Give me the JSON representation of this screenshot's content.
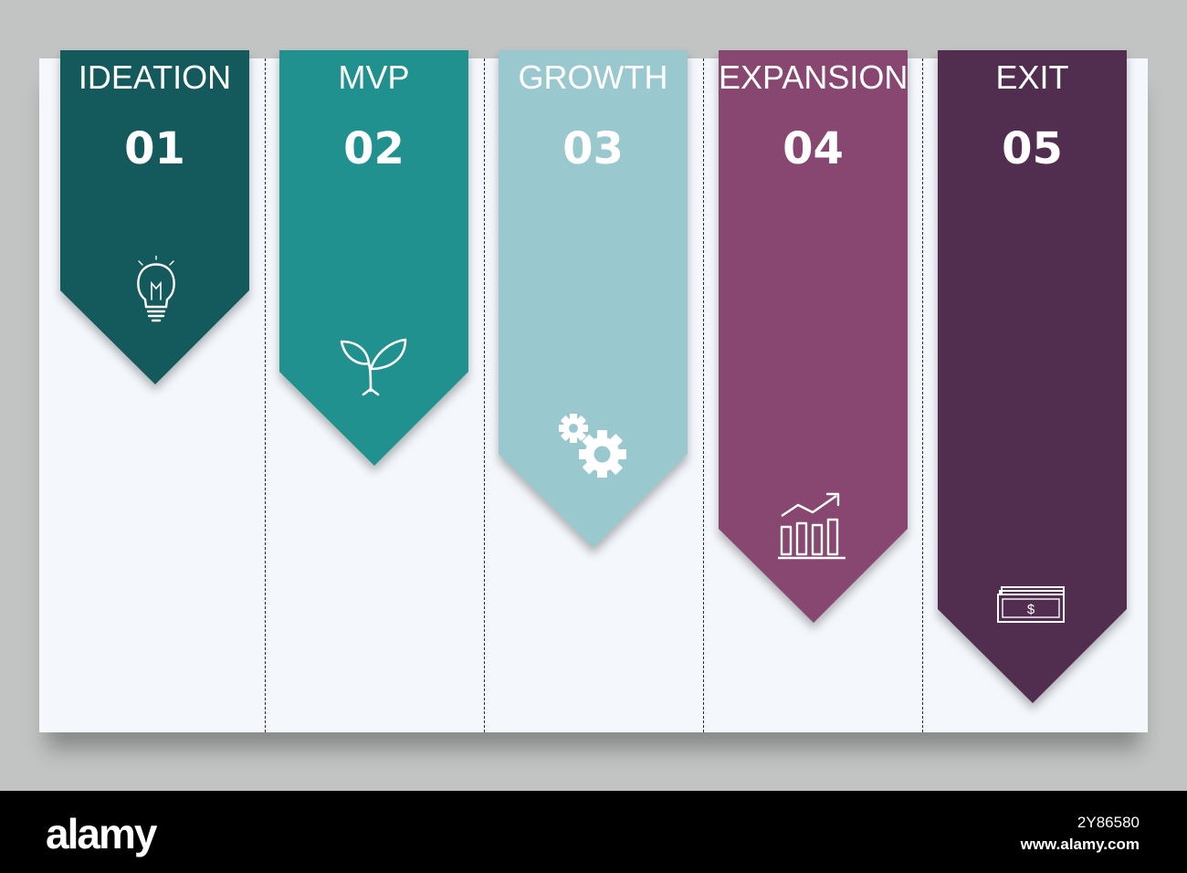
{
  "steps": [
    {
      "title": "IDEATION",
      "number": "01",
      "color": "#14595c",
      "icon": "lightbulb-icon"
    },
    {
      "title": "MVP",
      "number": "02",
      "color": "#21918f",
      "icon": "sprout-icon"
    },
    {
      "title": "GROWTH",
      "number": "03",
      "color": "#9ac8cf",
      "icon": "gears-icon"
    },
    {
      "title": "EXPANSION",
      "number": "04",
      "color": "#884771",
      "icon": "growth-chart-icon"
    },
    {
      "title": "EXIT",
      "number": "05",
      "color": "#512e4f",
      "icon": "money-icon"
    }
  ],
  "board_color": "#f4f8fc",
  "background_color": "#c2c4c3",
  "watermark": {
    "logo": "alamy",
    "image_id": "2Y86580",
    "url": "www.alamy.com"
  }
}
